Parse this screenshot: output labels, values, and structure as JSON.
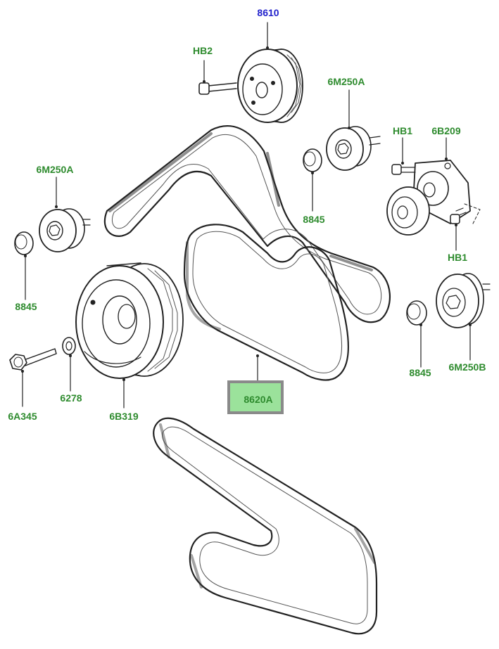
{
  "diagram": {
    "colors": {
      "label": "#2e8b2e",
      "highlight_label": "#2222cc",
      "highlight_box": "#9be29b",
      "highlight_border": "#8a8a8a"
    },
    "labels": {
      "water_pump_pulley": "8610",
      "bolt_hb2": "HB2",
      "idler_upper": "6M250A",
      "bolt_hb1_top": "HB1",
      "tensioner": "6B209",
      "cap_upper": "8845",
      "idler_left": "6M250A",
      "cap_left": "8845",
      "bolt_hb1_bottom": "HB1",
      "idler_right": "6M250B",
      "cap_right": "8845",
      "crank_bolt": "6A345",
      "washer": "6278",
      "crank_pulley": "6B319",
      "belt_selected": "8620A"
    }
  }
}
